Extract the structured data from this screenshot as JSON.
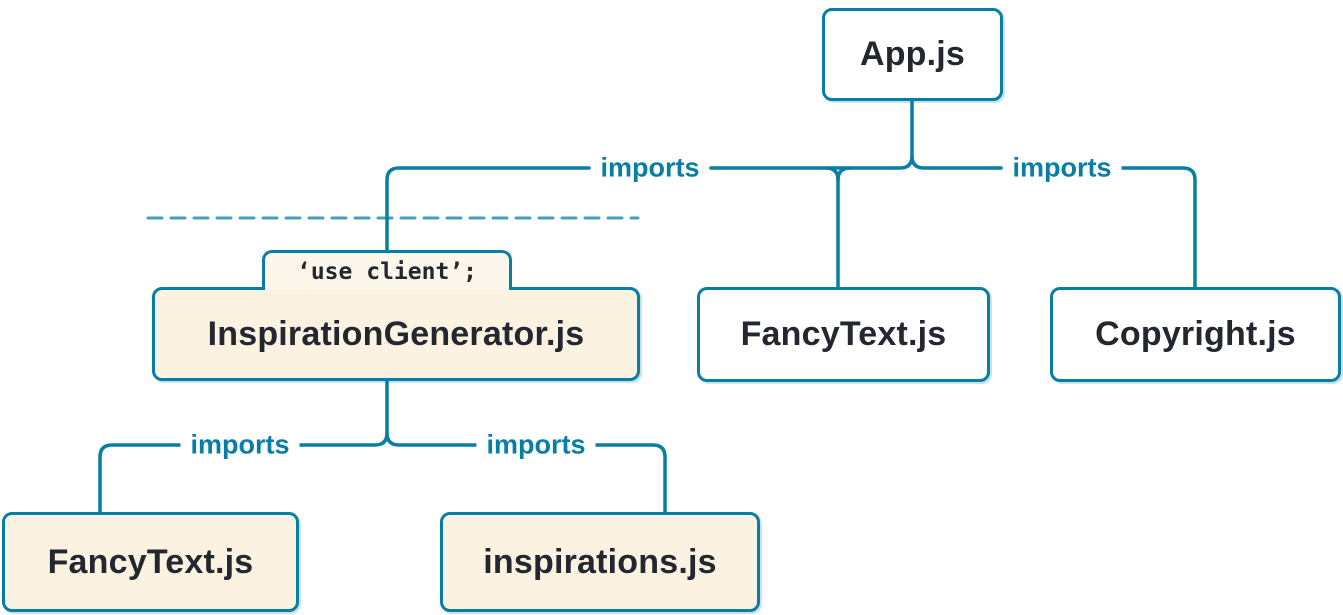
{
  "diagram": {
    "edge_label": "imports",
    "nodes": {
      "app": {
        "label": "App.js",
        "kind": "server"
      },
      "inspiration_generator": {
        "label": "InspirationGenerator.js",
        "directive": "‘use client’;",
        "kind": "client"
      },
      "fancy_text_top": {
        "label": "FancyText.js",
        "kind": "server"
      },
      "copyright": {
        "label": "Copyright.js",
        "kind": "server"
      },
      "fancy_text_bottom": {
        "label": "FancyText.js",
        "kind": "client"
      },
      "inspirations": {
        "label": "inspirations.js",
        "kind": "client"
      }
    },
    "colors": {
      "line": "#087ea4",
      "node_border": "#087ea4",
      "node_text": "#23272f",
      "edge_label": "#087ea4",
      "server_bg": "#ffffff",
      "client_bg": "#fbf2e2",
      "directive_bg": "#fdf6ea",
      "background": "#ffffff"
    }
  }
}
